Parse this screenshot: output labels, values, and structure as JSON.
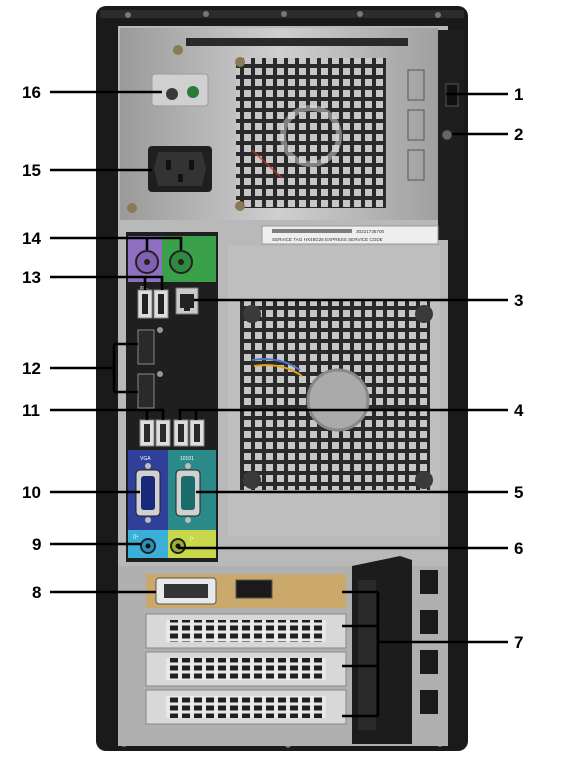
{
  "service_tag": {
    "barcode_number": "30221735700",
    "line": "SERVICE TAG  HX48G25  EXPRESS SERVICE CODE"
  },
  "port_glyphs": {
    "vga_label": "VGA",
    "serial_label": "10101",
    "usb_symbol": "ss←",
    "audio_in": "((•",
    "audio_out": "(•"
  },
  "colors": {
    "chassis_black": "#1a1a1a",
    "panel_gray": "#b8b8b8",
    "io_black": "#1f1f1f",
    "vga_blue": "#2f3f9a",
    "serial_teal": "#2a8a8a",
    "ps2_purple": "#8f6fc0",
    "ps2_green": "#3aa04a",
    "audio_blue": "#3ab0d8",
    "audio_lime": "#b8d43a",
    "card_gold": "#c9a86a",
    "leader_black": "#000000"
  },
  "callouts": [
    {
      "id": "16",
      "label": "16",
      "icon": "power-diagnostic-light"
    },
    {
      "id": "15",
      "label": "15",
      "icon": "power-connector"
    },
    {
      "id": "14",
      "label": "14",
      "icon": "ps2-connectors"
    },
    {
      "id": "13",
      "label": "13",
      "icon": "usb-ports-upper"
    },
    {
      "id": "12",
      "label": "12",
      "icon": "displayport-connectors"
    },
    {
      "id": "11",
      "label": "11",
      "icon": "usb-ports-lower-left"
    },
    {
      "id": "10",
      "label": "10",
      "icon": "vga-connector"
    },
    {
      "id": "9",
      "label": "9",
      "icon": "line-in-jack"
    },
    {
      "id": "8",
      "label": "8",
      "icon": "expansion-card-video"
    },
    {
      "id": "1",
      "label": "1",
      "icon": "padlock-ring"
    },
    {
      "id": "2",
      "label": "2",
      "icon": "security-cable-slot"
    },
    {
      "id": "3",
      "label": "3",
      "icon": "network-connector"
    },
    {
      "id": "4",
      "label": "4",
      "icon": "usb-ports-lower-right"
    },
    {
      "id": "5",
      "label": "5",
      "icon": "serial-connector"
    },
    {
      "id": "6",
      "label": "6",
      "icon": "line-out-jack"
    },
    {
      "id": "7",
      "label": "7",
      "icon": "expansion-card-slots"
    }
  ]
}
